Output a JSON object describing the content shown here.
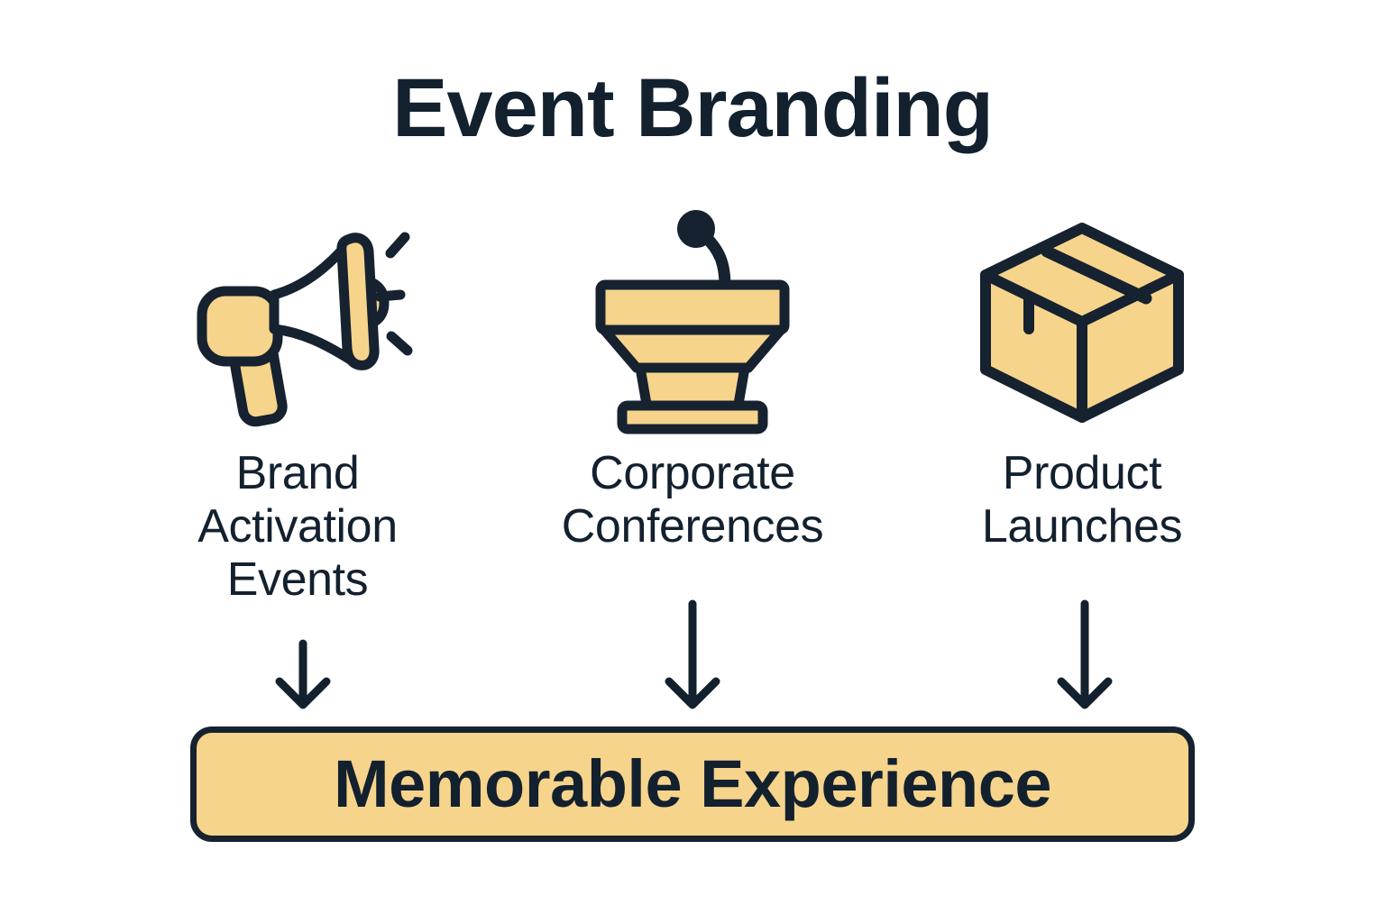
{
  "page": {
    "background_color": "#ffffff",
    "title": "Event Branding"
  },
  "theme": {
    "ink": "#13202e",
    "outline": "#16222f",
    "accent_fill": "#f6d48c",
    "accent_fill_light": "#f8dca0"
  },
  "columns": [
    {
      "id": "brand-activation-events",
      "icon": "megaphone-icon",
      "label": "Brand Activation Events",
      "label_lines": [
        "Brand",
        "Activation",
        "Events"
      ]
    },
    {
      "id": "corporate-conferences",
      "icon": "podium-microphone-icon",
      "label": "Corporate Conferences",
      "label_lines": [
        "Corporate",
        "Conferences"
      ]
    },
    {
      "id": "product-launches",
      "icon": "product-box-icon",
      "label": "Product Launches",
      "label_lines": [
        "Product",
        "Launches"
      ]
    }
  ],
  "arrows": [
    {
      "id": "arrow-brand-activation",
      "icon": "arrow-down-icon",
      "from": "brand-activation-events",
      "to": "memorable-experience"
    },
    {
      "id": "arrow-corporate-conferences",
      "icon": "arrow-down-icon",
      "from": "corporate-conferences",
      "to": "memorable-experience"
    },
    {
      "id": "arrow-product-launches",
      "icon": "arrow-down-icon",
      "from": "product-launches",
      "to": "memorable-experience"
    }
  ],
  "banner": {
    "id": "memorable-experience",
    "text": "Memorable Experience",
    "fill_color": "#f6d48c",
    "border_color": "#16222f"
  }
}
